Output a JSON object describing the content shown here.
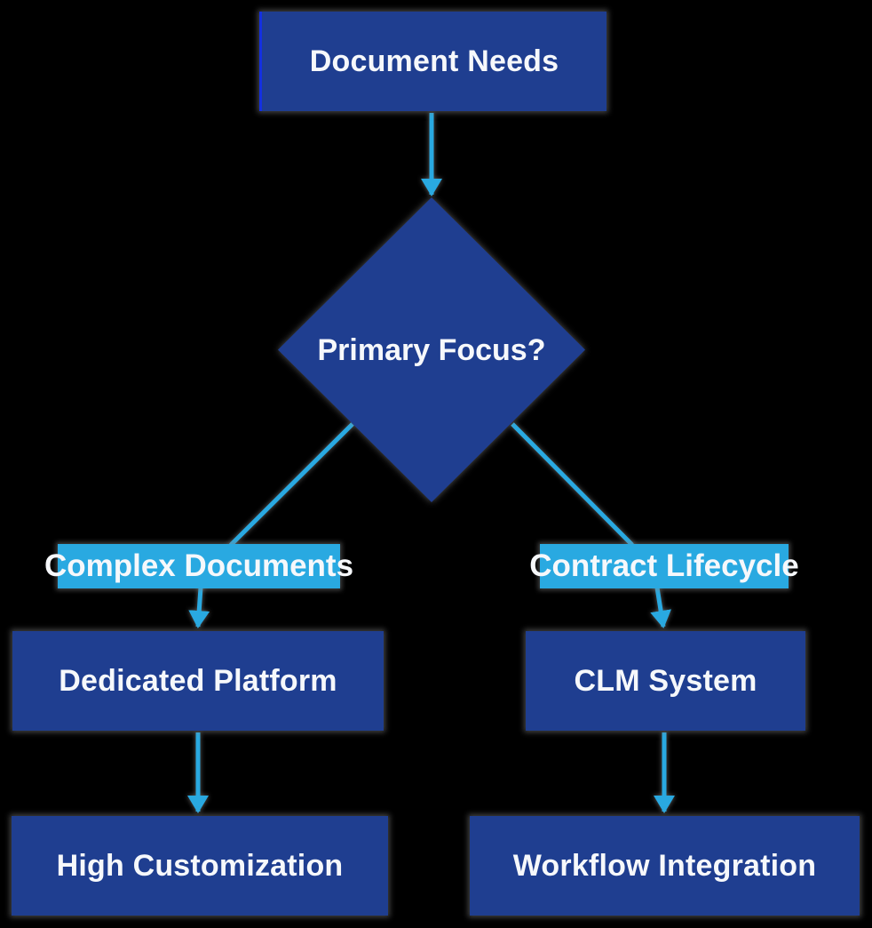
{
  "colors": {
    "background": "#000000",
    "node_fill": "#1F3E90",
    "node_text": "#F6F8FB",
    "edge_stroke": "#29A9E1",
    "edge_label_fill": "#29A9E1",
    "start_node_accent": "#1430E0"
  },
  "diagram": {
    "type": "flowchart",
    "direction": "top-down",
    "nodes": [
      {
        "id": "document-needs",
        "shape": "rectangle",
        "label": "Document Needs"
      },
      {
        "id": "primary-focus",
        "shape": "diamond",
        "label": "Primary Focus?"
      },
      {
        "id": "dedicated-platform",
        "shape": "rectangle",
        "label": "Dedicated Platform"
      },
      {
        "id": "clm-system",
        "shape": "rectangle",
        "label": "CLM System"
      },
      {
        "id": "high-customization",
        "shape": "rectangle",
        "label": "High Customization"
      },
      {
        "id": "workflow-integration",
        "shape": "rectangle",
        "label": "Workflow Integration"
      }
    ],
    "edges": [
      {
        "from": "document-needs",
        "to": "primary-focus",
        "label": ""
      },
      {
        "from": "primary-focus",
        "to": "dedicated-platform",
        "label": "Complex Documents"
      },
      {
        "from": "primary-focus",
        "to": "clm-system",
        "label": "Contract Lifecycle"
      },
      {
        "from": "dedicated-platform",
        "to": "high-customization",
        "label": ""
      },
      {
        "from": "clm-system",
        "to": "workflow-integration",
        "label": ""
      }
    ]
  }
}
